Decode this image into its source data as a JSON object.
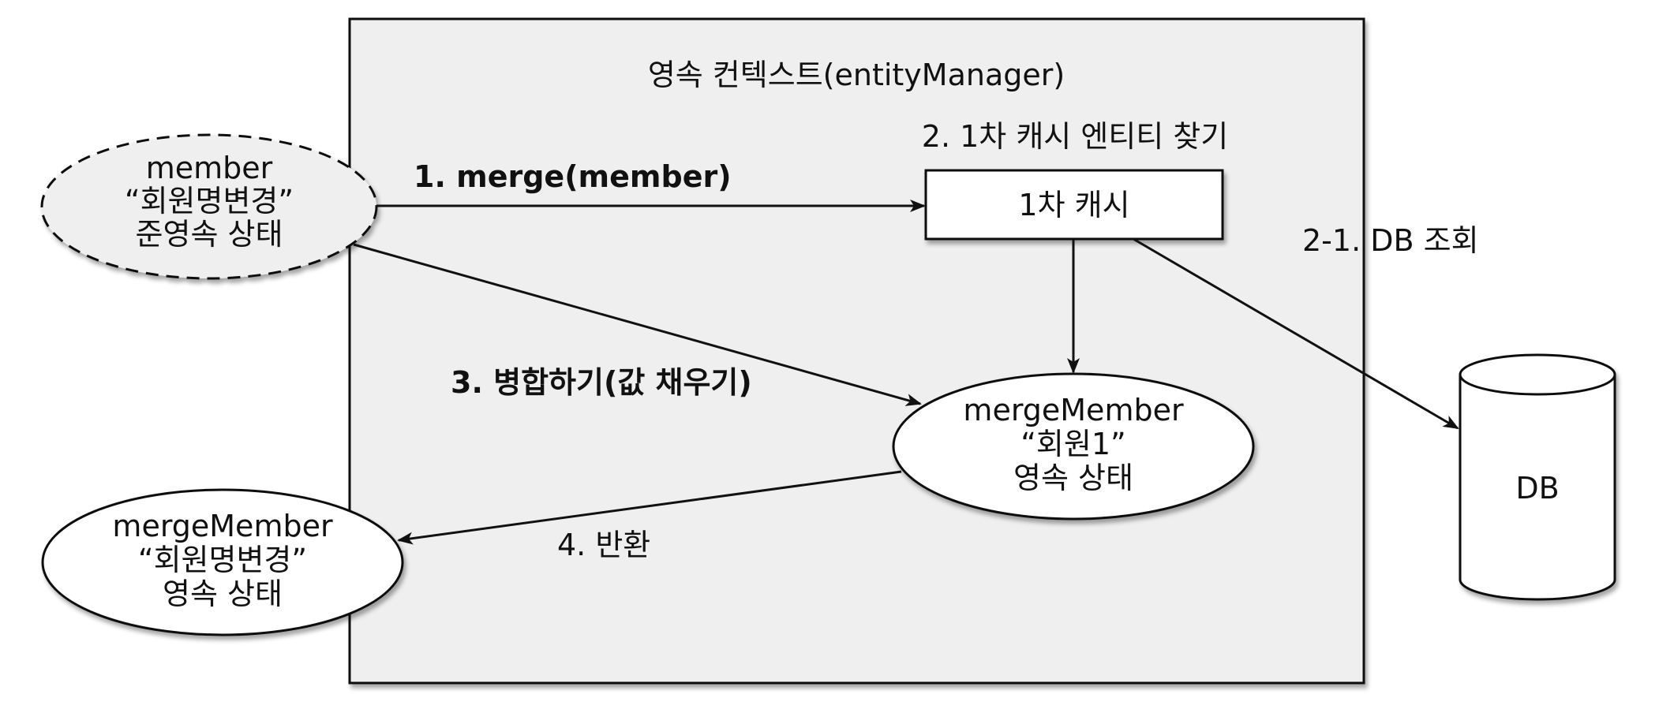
{
  "context": {
    "title": "영속 컨텍스트(entityManager)",
    "fill": "#efefef"
  },
  "first_level_cache": {
    "label": "1차 캐시",
    "caption": "2. 1차 캐시 엔티티 찾기"
  },
  "detached_member": {
    "line1": "member",
    "line2": "“회원명변경”",
    "line3": "준영속 상태"
  },
  "merged_member": {
    "line1": "mergeMember",
    "line2": "“회원1”",
    "line3": "영속 상태"
  },
  "returned_member": {
    "line1": "mergeMember",
    "line2": "“회원명변경”",
    "line3": "영속 상태"
  },
  "database": {
    "label": "DB"
  },
  "steps": {
    "merge_call": "1. merge(member)",
    "db_query": "2-1.  DB 조회",
    "merge_values": "3. 병합하기(값 채우기)",
    "return": "4. 반환"
  }
}
